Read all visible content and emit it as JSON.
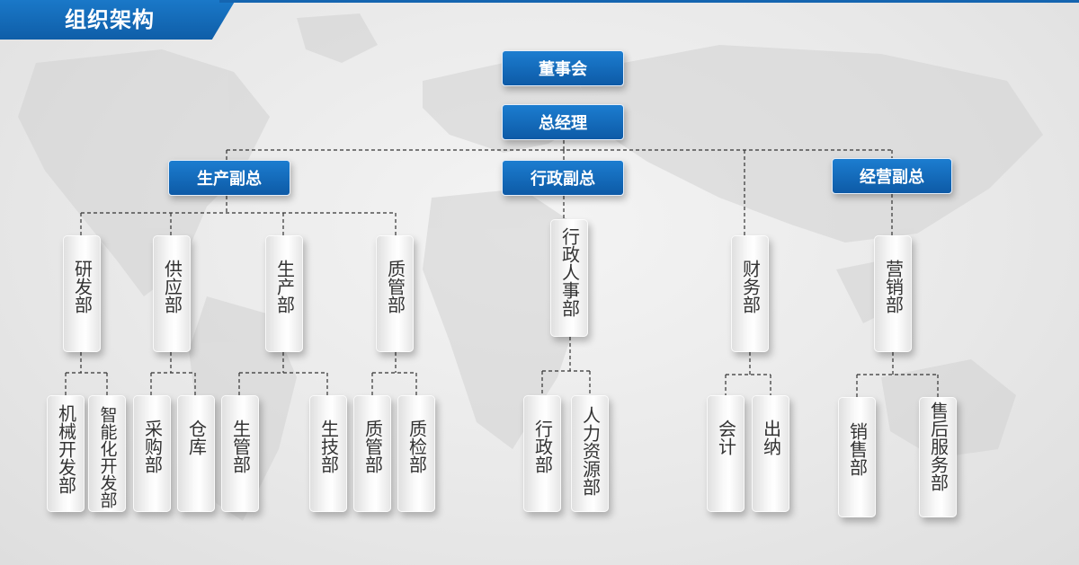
{
  "title": "组织架构",
  "colors": {
    "primary_blue": "#0f5ea8",
    "box_white": "#fafafa",
    "connector": "#333333"
  },
  "org": {
    "board": "董事会",
    "gm": "总经理",
    "vp_production": "生产副总",
    "vp_admin": "行政副总",
    "vp_business": "经营副总",
    "dept_rd": "研发部",
    "dept_supply": "供应部",
    "dept_prod": "生产部",
    "dept_qm": "质管部",
    "dept_hr_admin": "行政人事部",
    "dept_finance": "财务部",
    "dept_marketing": "营销部",
    "sub_mech": "机械开发部",
    "sub_smart": "智能化开发部",
    "sub_purchase": "采购部",
    "sub_warehouse": "仓库",
    "sub_prod_mgmt": "生管部",
    "sub_tech": "生技部",
    "sub_quality_mgmt": "质管部",
    "sub_inspection": "质检部",
    "sub_admin": "行政部",
    "sub_hr": "人力资源部",
    "sub_accounting": "会计",
    "sub_cashier": "出纳",
    "sub_sales": "销售部",
    "sub_aftersales": "售后服务部"
  }
}
